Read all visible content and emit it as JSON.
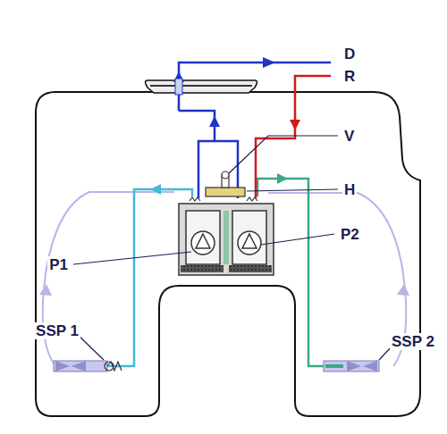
{
  "diagram": {
    "labels": [
      "D",
      "R",
      "V",
      "H",
      "P2",
      "P1",
      "SSP 1",
      "SSP 2"
    ]
  }
}
